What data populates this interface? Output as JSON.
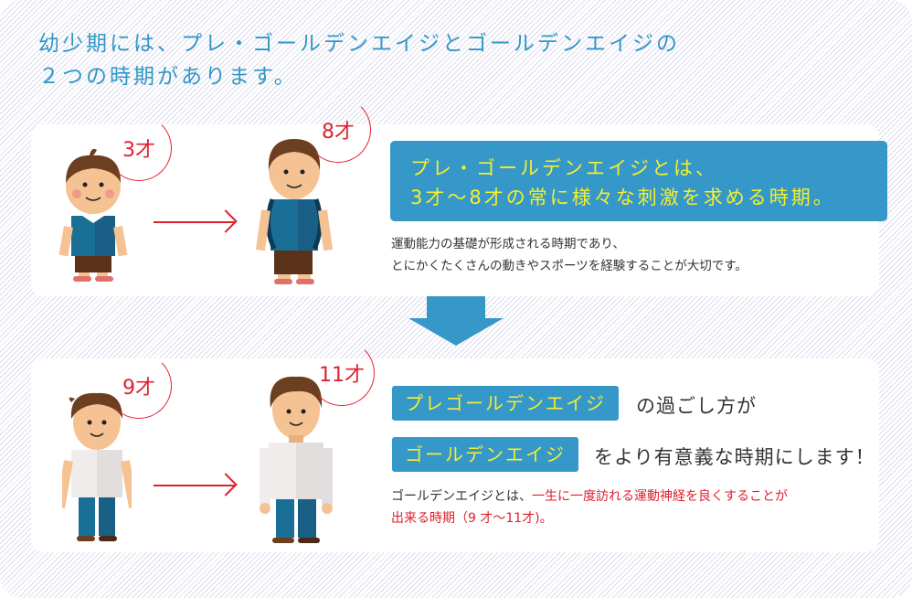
{
  "title": {
    "line1": "幼少期には、プレ・ゴールデンエイジとゴールデンエイジの",
    "line2": "２つの時期があります。"
  },
  "colors": {
    "accent_blue": "#3598c9",
    "title_blue": "#3196c8",
    "highlight_yellow": "#f5ee2d",
    "red": "#e0202e"
  },
  "pre_golden_section": {
    "ages": [
      "3才",
      "8才"
    ],
    "banner": {
      "line1": "プレ・ゴールデンエイジとは、",
      "line2": "3才～8才の常に様々な刺激を求める時期。"
    },
    "description": {
      "line1": "運動能力の基礎が形成される時期であり、",
      "line2": "とにかくたくさんの動きやスポーツを経験することが大切です。"
    }
  },
  "golden_section": {
    "ages": [
      "9才",
      "11才"
    ],
    "tag1": "プレゴールデンエイジ",
    "tag1_suffix": "の過ごし方が",
    "tag2": "ゴールデンエイジ",
    "tag2_suffix": "をより有意義な時期にします！",
    "description": {
      "prefix": "ゴールデンエイジとは、",
      "highlight_line1": "一生に一度訪れる運動神経を良くすることが",
      "highlight_line2": "出来る時期（9 才～11才)。"
    }
  },
  "icons": [
    "child-3yo-illustration",
    "child-8yo-illustration",
    "child-9yo-illustration",
    "child-11yo-illustration",
    "right-arrow-icon",
    "down-arrow-icon"
  ]
}
